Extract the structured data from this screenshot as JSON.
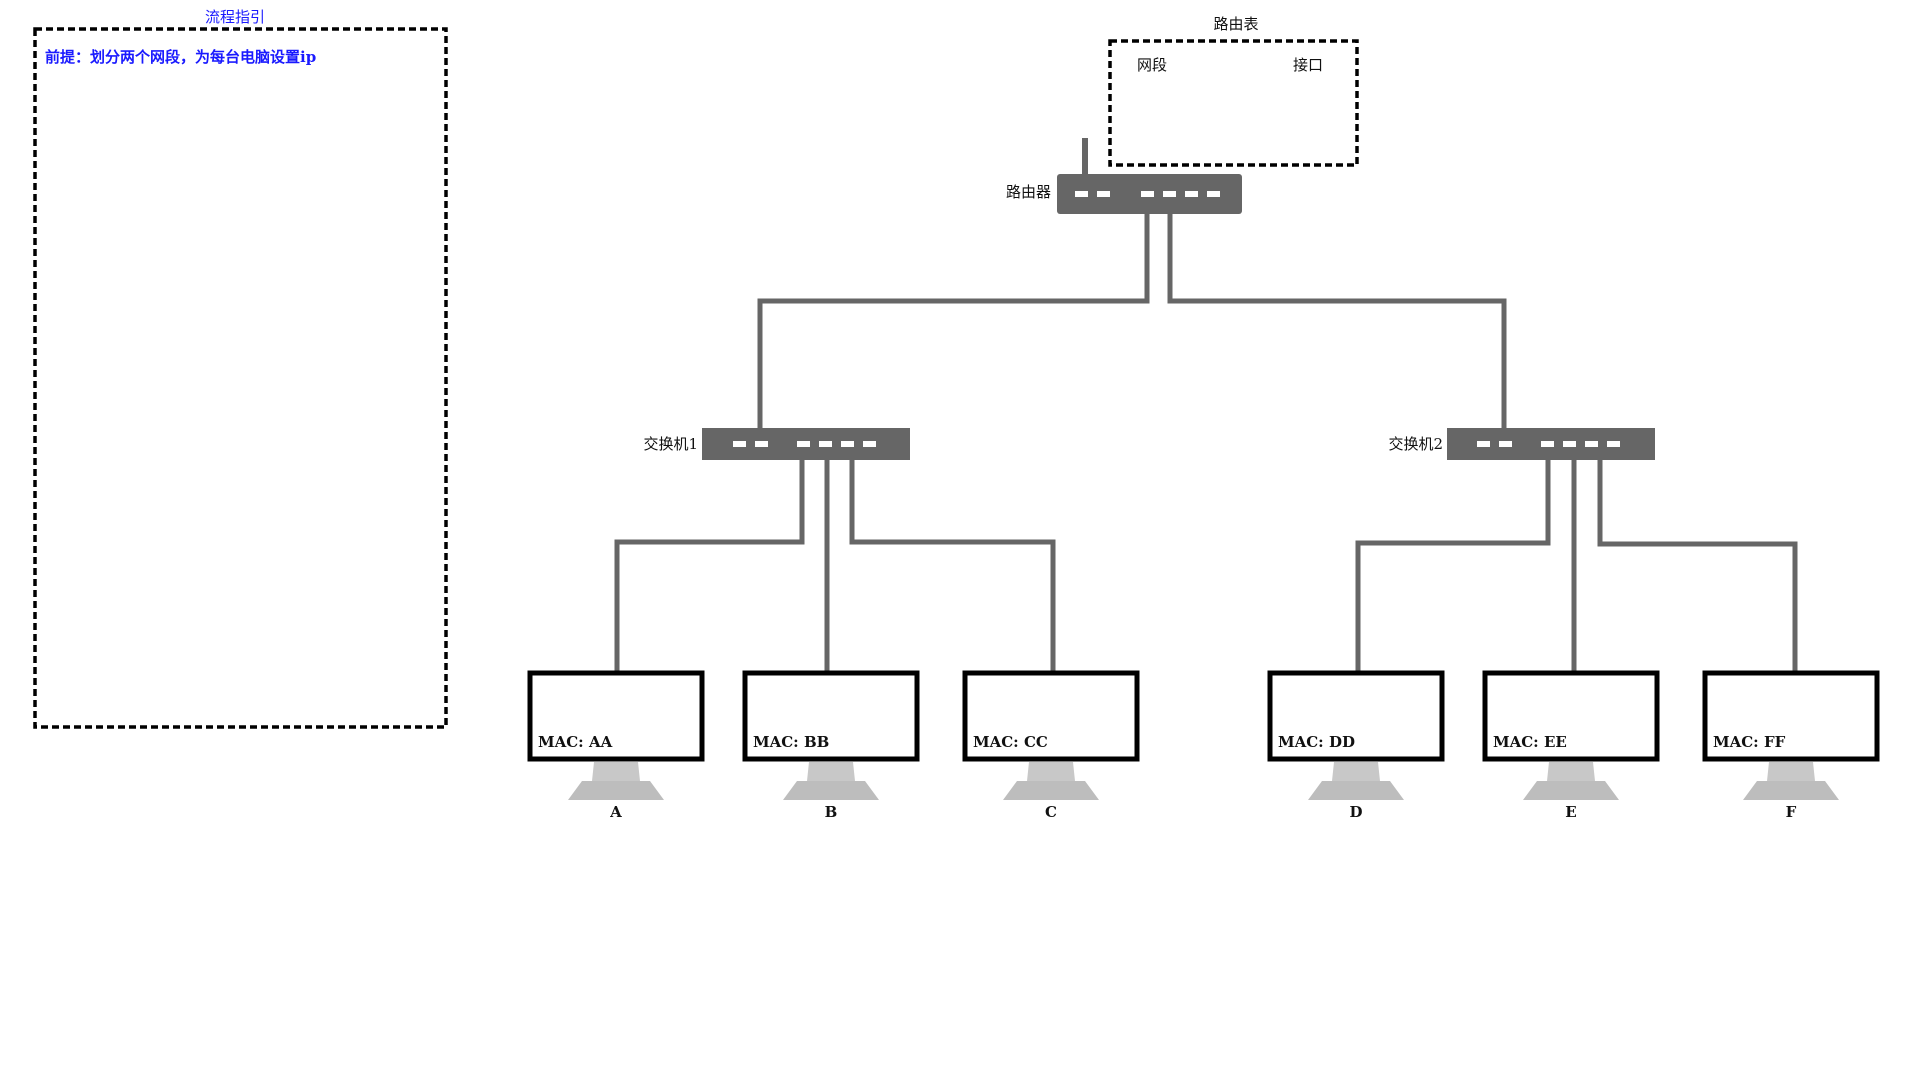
{
  "guide": {
    "title": "流程指引",
    "premise": "前提：划分两个网段，为每台电脑设置ip"
  },
  "routing_table": {
    "title": "路由表",
    "col_segment": "网段",
    "col_interface": "接口"
  },
  "router": {
    "label": "路由器"
  },
  "switches": [
    {
      "label": "交换机1"
    },
    {
      "label": "交换机2"
    }
  ],
  "computers": [
    {
      "mac": "MAC: AA",
      "name": "A"
    },
    {
      "mac": "MAC: BB",
      "name": "B"
    },
    {
      "mac": "MAC: CC",
      "name": "C"
    },
    {
      "mac": "MAC: DD",
      "name": "D"
    },
    {
      "mac": "MAC: EE",
      "name": "E"
    },
    {
      "mac": "MAC: FF",
      "name": "F"
    }
  ],
  "colors": {
    "device": "#666666",
    "accent_text": "#1a1aff",
    "monitor_stand": "#c8c8c8"
  }
}
